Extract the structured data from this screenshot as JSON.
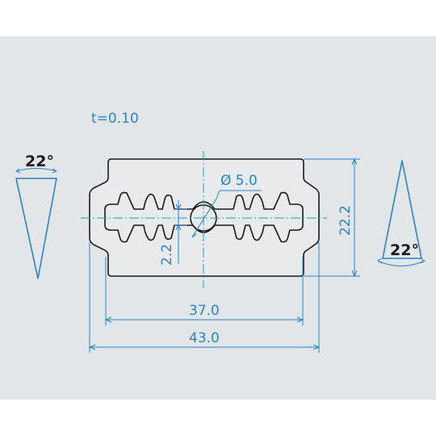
{
  "drawing": {
    "thickness_note": "t=0.10",
    "hole_diameter": "Ø 5.0",
    "slot_width": "2.2",
    "blade_height": "22.2",
    "inner_length": "37.0",
    "overall_length": "43.0",
    "left_edge_angle": "22°",
    "right_edge_angle": "22°"
  },
  "colors": {
    "background": "#ffffff",
    "panel": "#e3e6e8",
    "dimension": "#2a84c6",
    "centerline": "#1aa8a8",
    "outline": "#1a1a1a",
    "blade_fill": "#e8eaec"
  }
}
